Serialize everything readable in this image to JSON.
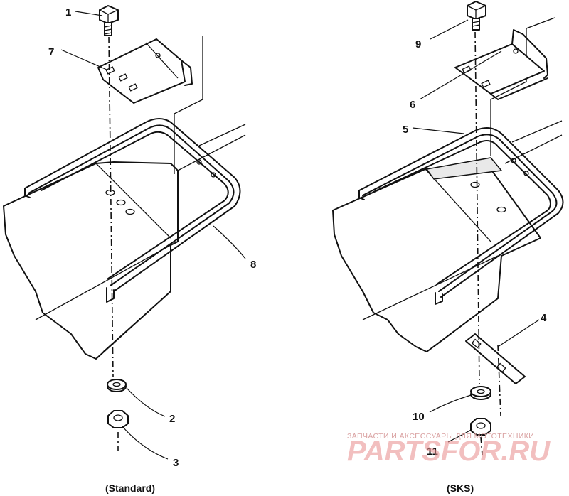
{
  "callouts": {
    "c1": "1",
    "c2": "2",
    "c3": "3",
    "c4": "4",
    "c5": "5",
    "c6": "6",
    "c7": "7",
    "c8": "8",
    "c9": "9",
    "c10": "10",
    "c11": "11"
  },
  "captions": {
    "left": "(Standard)",
    "right": "(SKS)"
  },
  "watermark": {
    "line1": "ЗАПЧАСТИ И АКСЕССУАРЫ ДЛЯ МОТОТЕХНИКИ",
    "line2": "PARTSFOR.RU"
  }
}
